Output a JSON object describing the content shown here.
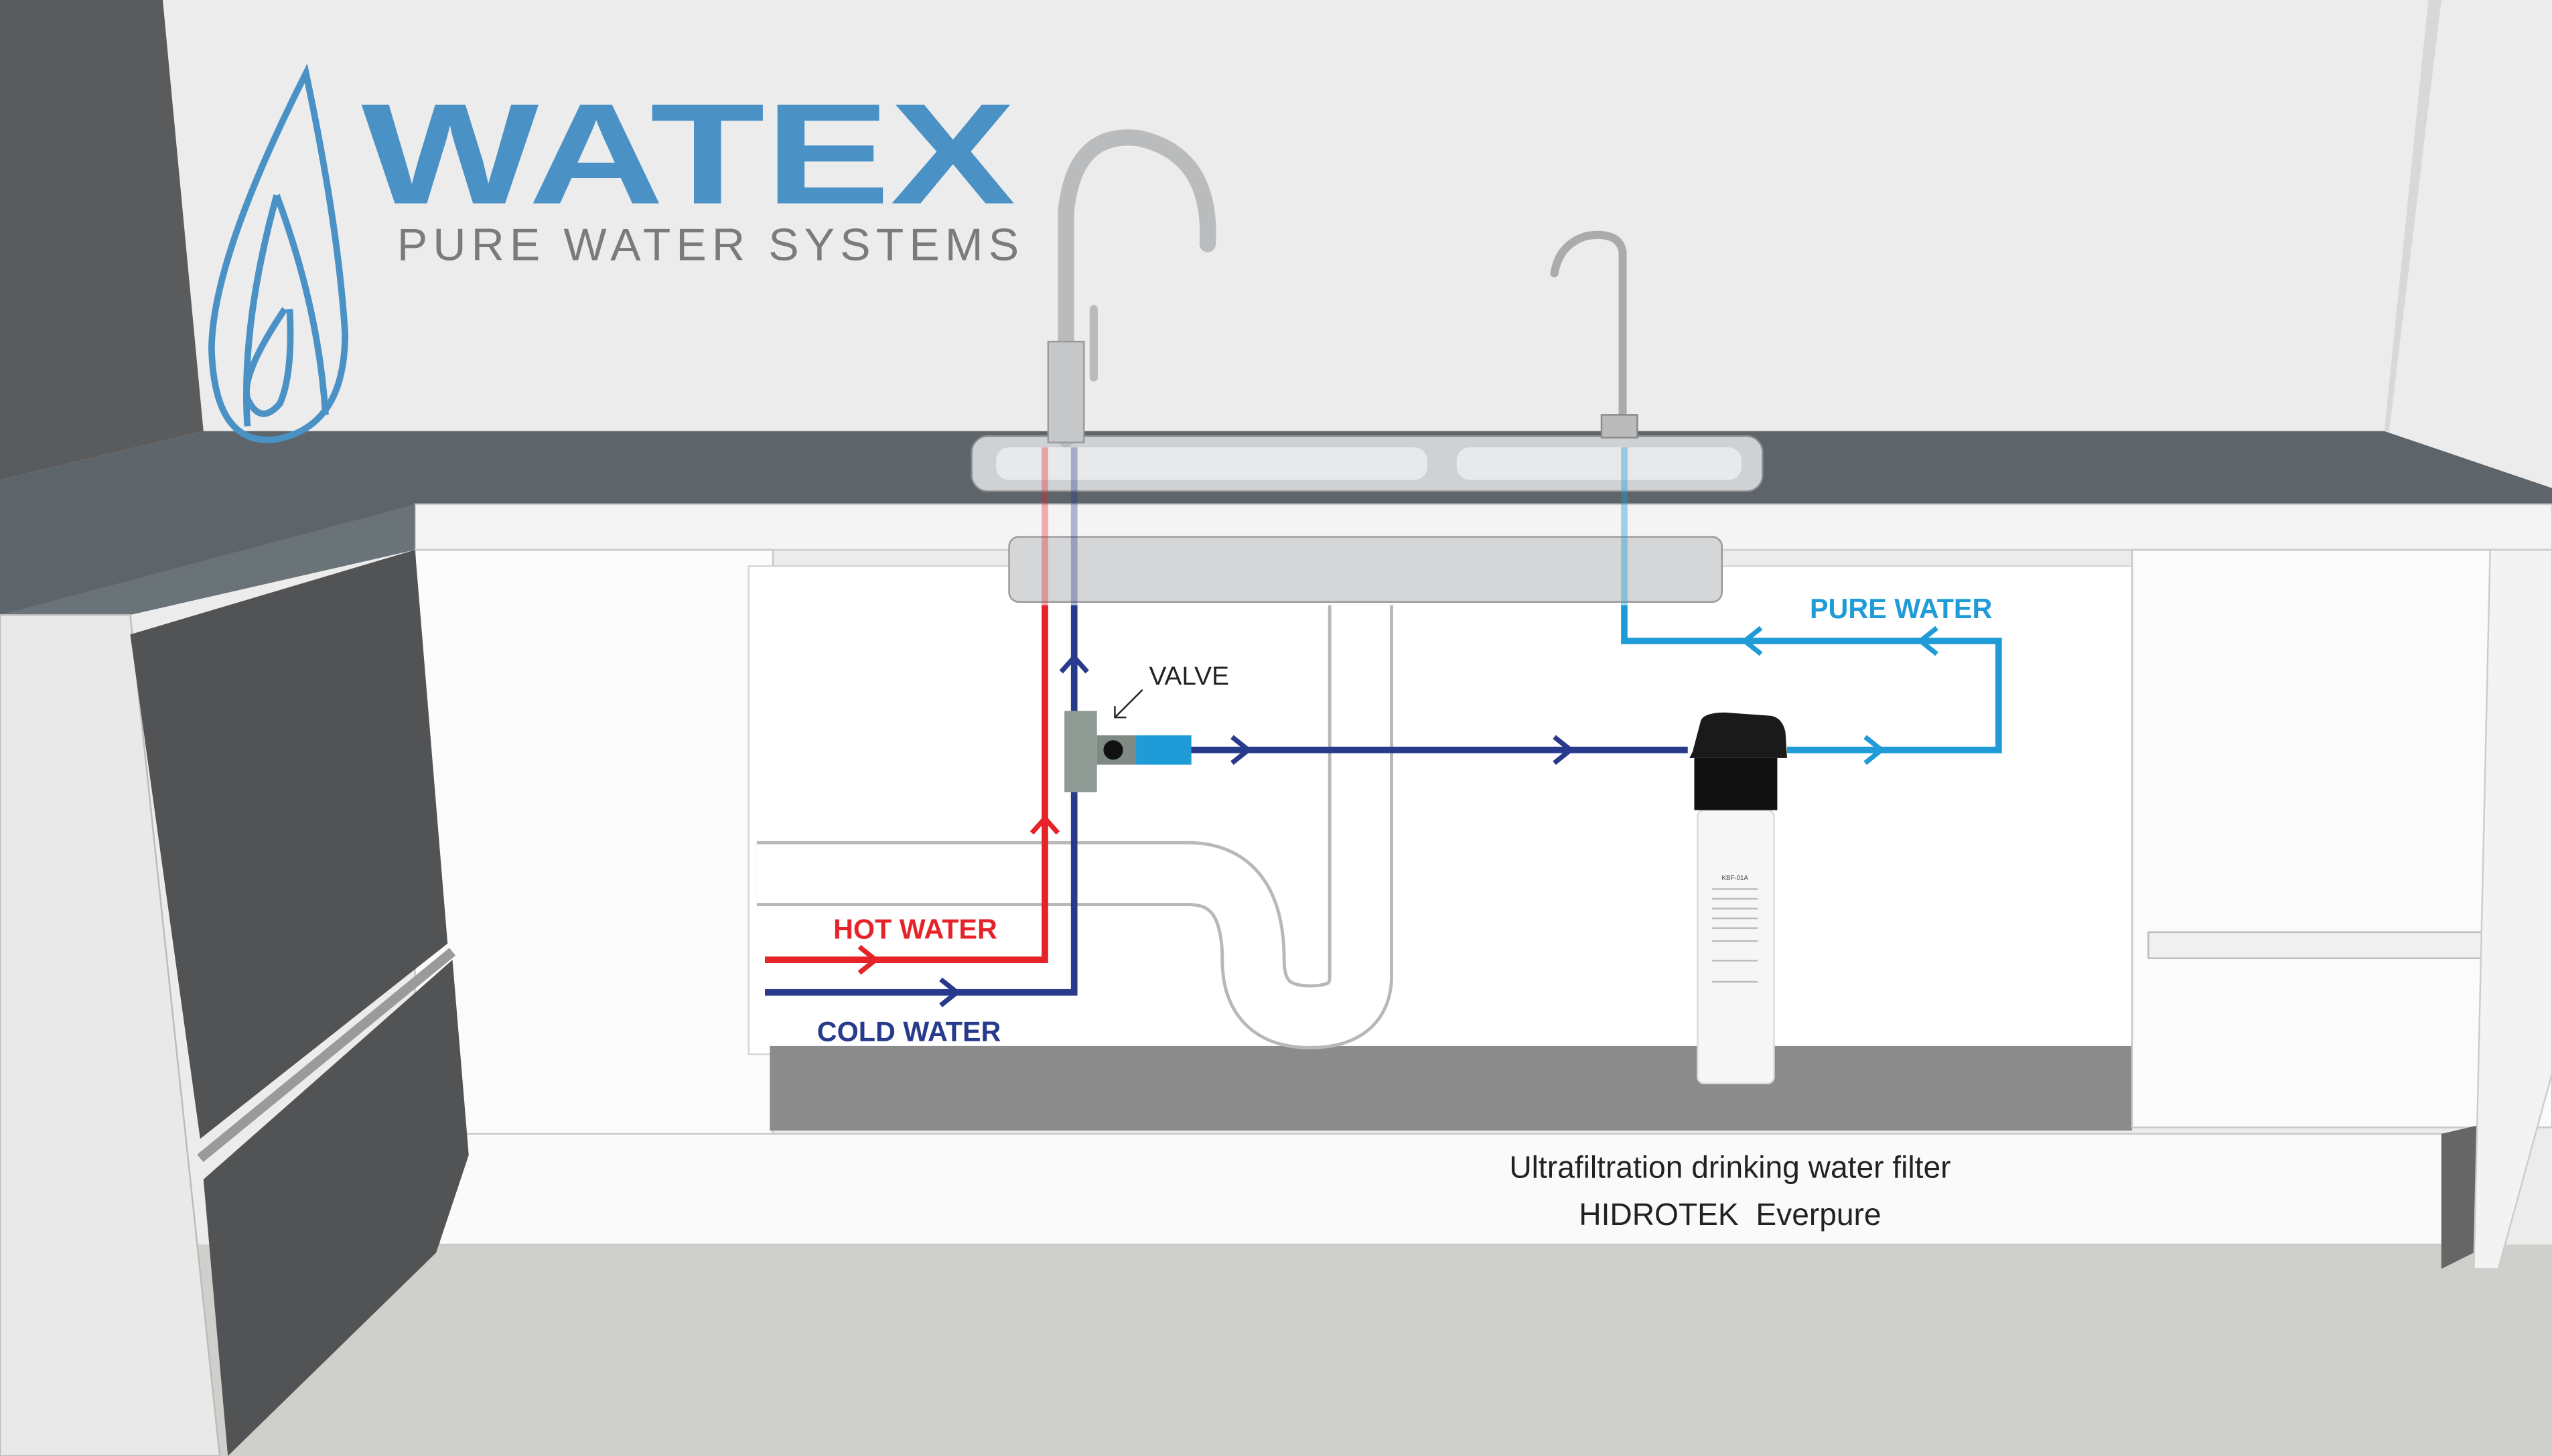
{
  "logo": {
    "brand": "WATEX",
    "tagline": "PURE WATER SYSTEMS"
  },
  "labels": {
    "hot_water": "HOT WATER",
    "cold_water": "COLD WATER",
    "pure_water": "PURE WATER",
    "valve": "VALVE"
  },
  "filter": {
    "model": "KBF-01A"
  },
  "caption": {
    "line1": "Ultrafiltration drinking water filter",
    "line2": "HIDROTEK  Everpure"
  },
  "colors": {
    "hot": "#e52329",
    "cold": "#283a8c",
    "pure": "#1f9bd7",
    "logo": "#4a91c6",
    "tagline": "#7b7a7c"
  }
}
